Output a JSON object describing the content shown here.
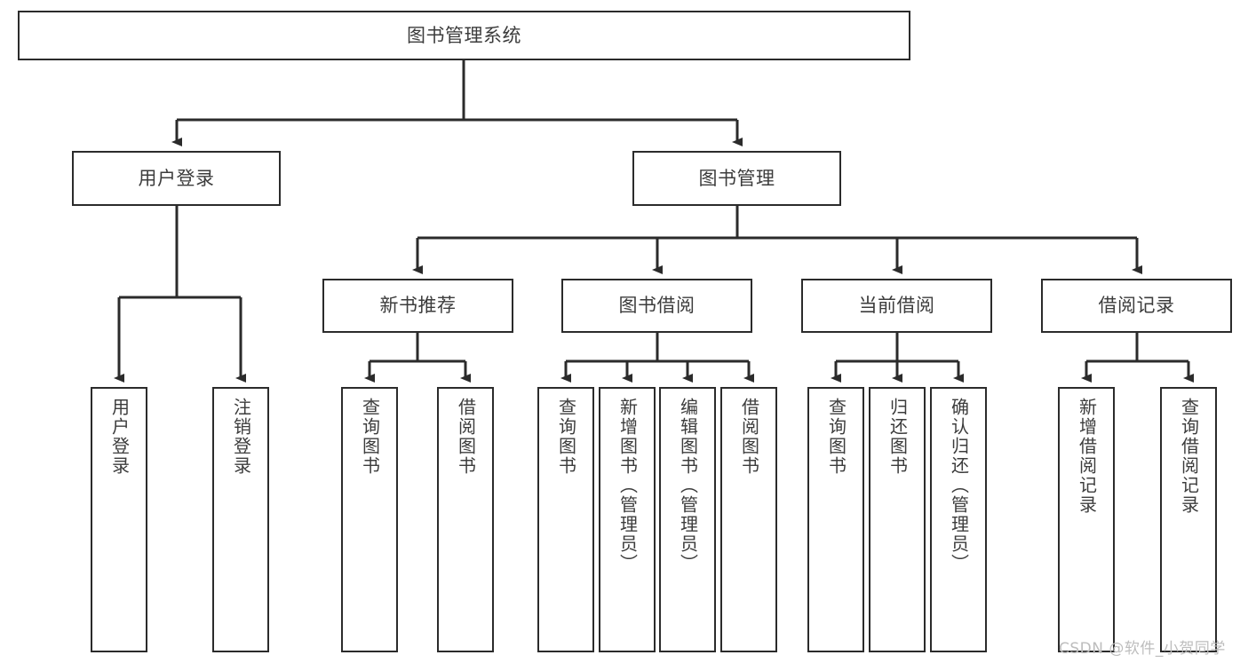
{
  "diagram": {
    "title": "图书管理系统",
    "type": "tree-hierarchy-chart",
    "watermark": "CSDN @软件_小贺同学",
    "line_color": "#2b2b2b",
    "text_color": "#3c3c3c",
    "background": "#ffffff"
  },
  "nodes": {
    "root": {
      "label": "图书管理系统",
      "level": 1,
      "orientation": "horizontal"
    },
    "l2": [
      {
        "label": "用户登录",
        "level": 2,
        "orientation": "horizontal"
      },
      {
        "label": "图书管理",
        "level": 2,
        "orientation": "horizontal"
      }
    ],
    "l3": [
      {
        "label": "新书推荐",
        "level": 3,
        "orientation": "horizontal"
      },
      {
        "label": "图书借阅",
        "level": 3,
        "orientation": "horizontal"
      },
      {
        "label": "当前借阅",
        "level": 3,
        "orientation": "horizontal"
      },
      {
        "label": "借阅记录",
        "level": 3,
        "orientation": "horizontal"
      }
    ],
    "leaves": {
      "user_login": [
        {
          "label": "用户登录",
          "orientation": "vertical"
        },
        {
          "label": "注销登录",
          "orientation": "vertical"
        }
      ],
      "new_book": [
        {
          "label": "查询图书",
          "orientation": "vertical"
        },
        {
          "label": "借阅图书",
          "orientation": "vertical"
        }
      ],
      "book_borrow": [
        {
          "label": "查询图书",
          "orientation": "vertical"
        },
        {
          "label": "新增图书（管理员）",
          "orientation": "vertical"
        },
        {
          "label": "编辑图书（管理员）",
          "orientation": "vertical"
        },
        {
          "label": "借阅图书",
          "orientation": "vertical"
        }
      ],
      "current_borrow": [
        {
          "label": "查询图书",
          "orientation": "vertical"
        },
        {
          "label": "归还图书",
          "orientation": "vertical"
        },
        {
          "label": "确认归还（管理员）",
          "orientation": "vertical"
        }
      ],
      "borrow_record": [
        {
          "label": "新增借阅记录",
          "orientation": "vertical"
        },
        {
          "label": "查询借阅记录",
          "orientation": "vertical"
        }
      ]
    }
  }
}
